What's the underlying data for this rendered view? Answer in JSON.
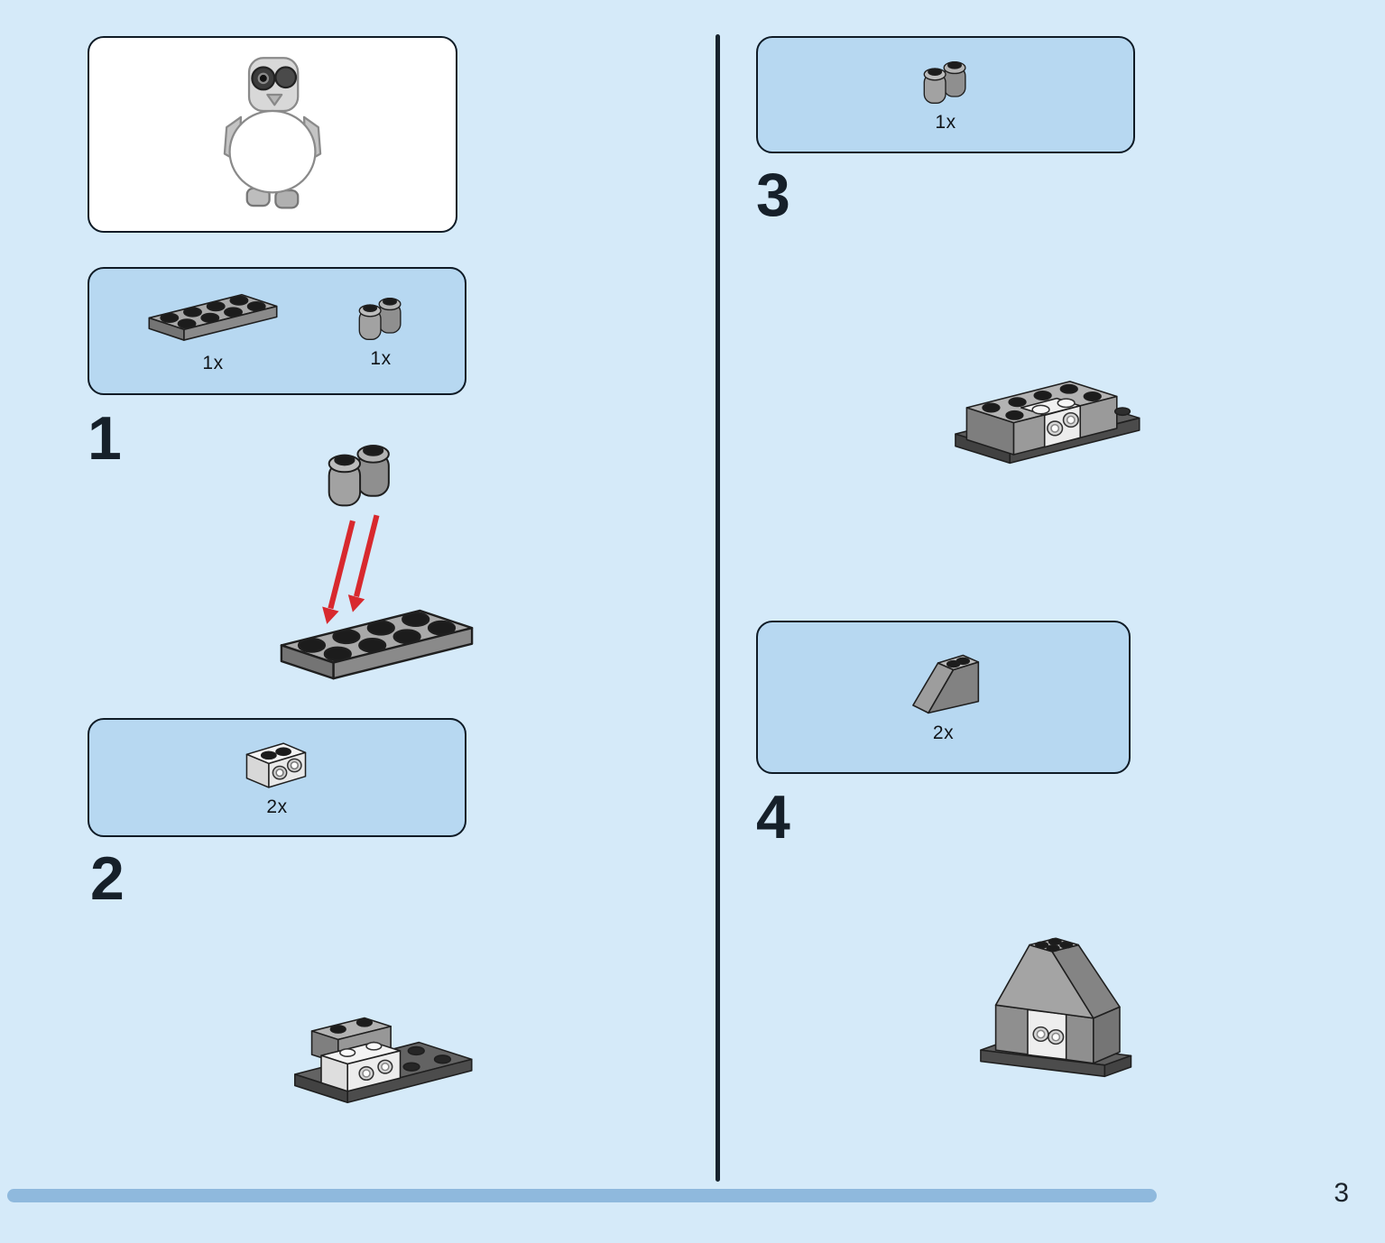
{
  "page": {
    "number": "3"
  },
  "colors": {
    "background": "#d5eaf9",
    "callout": "#b7d8f1",
    "callout_border": "#0f1b26",
    "divider": "#17232e",
    "progress_bar": "#8fb9dd",
    "ink": "#16202a",
    "arrow_red": "#d8292e",
    "brick_gray": "#a9a9a9",
    "brick_white": "#f3f3f3",
    "stud_black": "#1c1c1c"
  },
  "preview": {
    "illustration": "assembled-penguin-model"
  },
  "steps": [
    {
      "number": "1",
      "parts": [
        {
          "label": "1x",
          "part": "plate-2x4-dark-gray"
        },
        {
          "label": "1x",
          "part": "brick-1x2-curved-gray"
        }
      ],
      "illustration": "place-curved-brick-on-plate-with-red-arrows"
    },
    {
      "number": "2",
      "parts": [
        {
          "label": "2x",
          "part": "brick-1x2-side-studs-white"
        }
      ],
      "illustration": "subassembly-white-side-stud-brick-on-plate"
    },
    {
      "number": "3",
      "parts": [
        {
          "label": "1x",
          "part": "brick-1x2-curved-gray"
        }
      ],
      "illustration": "subassembly-gray-bricks-around-white-brick"
    },
    {
      "number": "4",
      "parts": [
        {
          "label": "2x",
          "part": "slope-2x2-gray"
        }
      ],
      "illustration": "subassembly-with-slope-roof"
    }
  ]
}
